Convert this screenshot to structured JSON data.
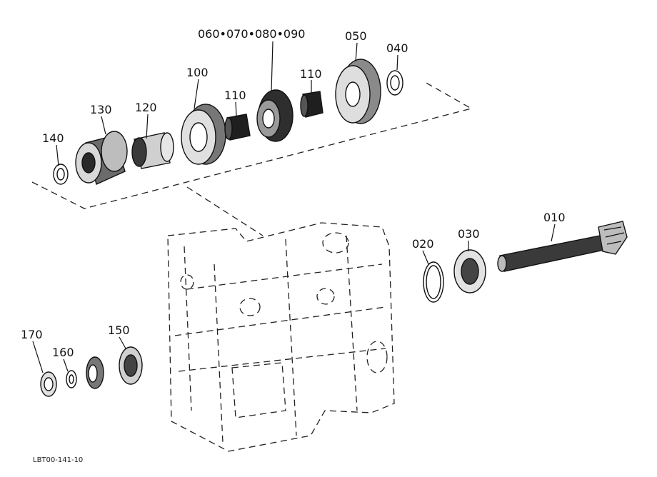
{
  "callouts": {
    "c010": "010",
    "c020": "020",
    "c030": "030",
    "c040": "040",
    "c050": "050",
    "c060_090": "060•070•080•090",
    "c100": "100",
    "c110a": "110",
    "c110b": "110",
    "c120": "120",
    "c130": "130",
    "c140": "140",
    "c150": "150",
    "c160": "160",
    "c170": "170"
  },
  "drawing_code": "LBT00-141-10"
}
